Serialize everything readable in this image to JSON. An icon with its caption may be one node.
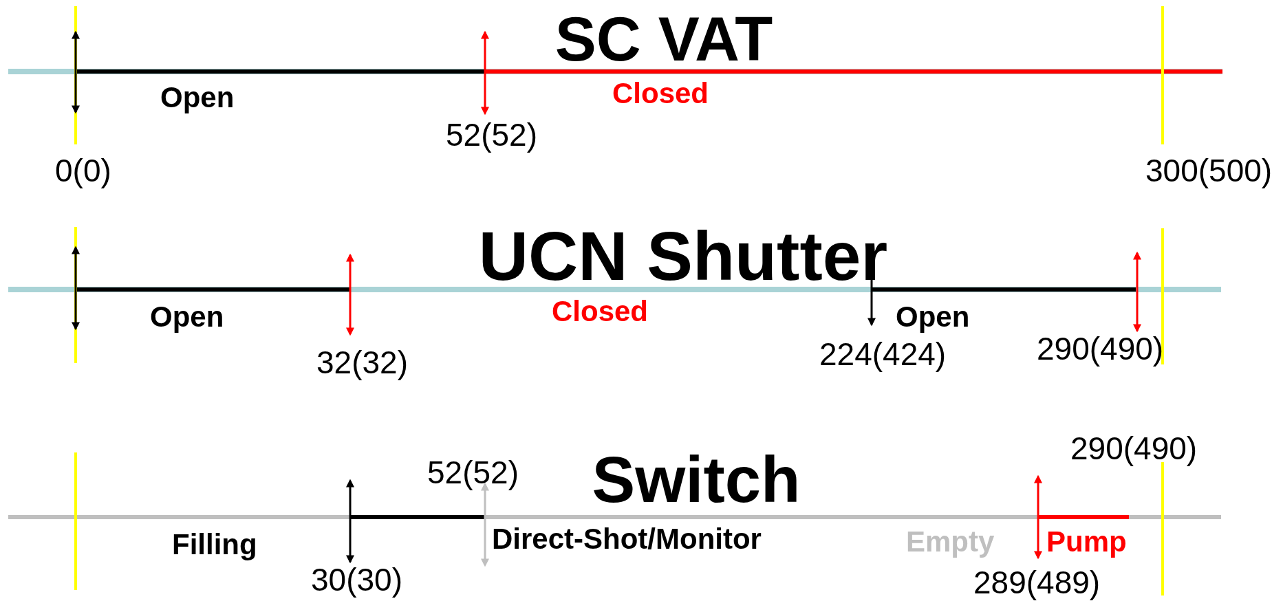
{
  "diagram": {
    "labels": [
      "SC VAT",
      "Open",
      "Closed",
      "52(52)",
      "0(0)",
      "300(500)",
      "UCN Shutter",
      "Open",
      "Closed",
      "Open",
      "224(424)",
      "290(490)",
      "32(32)",
      "290(490)",
      "52(52)",
      "Switch",
      "Filling",
      "Direct-Shot/Monitor",
      "Empty",
      "Pump",
      "30(30)",
      "289(489)"
    ]
  }
}
